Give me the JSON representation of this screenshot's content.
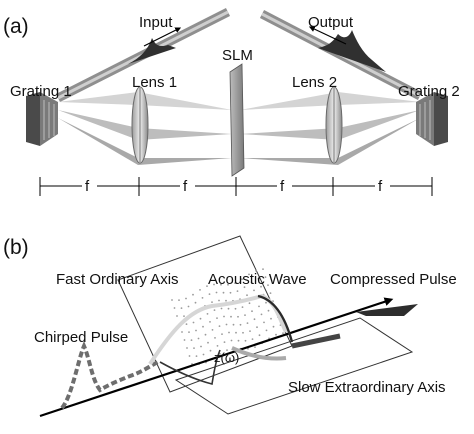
{
  "panel_a": {
    "tag": "(a)",
    "input_label": "Input",
    "output_label": "Output",
    "slm_label": "SLM",
    "grating1_label": "Grating 1",
    "grating2_label": "Grating 2",
    "lens1_label": "Lens 1",
    "lens2_label": "Lens 2",
    "focal_labels": [
      "f",
      "f",
      "f",
      "f"
    ]
  },
  "panel_b": {
    "tag": "(b)",
    "fast_axis_label": "Fast Ordinary Axis",
    "acoustic_wave_label": "Acoustic Wave",
    "compressed_pulse_label": "Compressed Pulse",
    "chirped_pulse_label": "Chirped Pulse",
    "z_omega_label": "z(ω)",
    "slow_axis_label": "Slow Extraordinary Axis"
  },
  "colors": {
    "beam_light": "#c9c9c9",
    "beam_dark": "#8c8c8c",
    "pulse": "#3c3c3c",
    "grating": "#555555",
    "axis_line": "#000000"
  }
}
